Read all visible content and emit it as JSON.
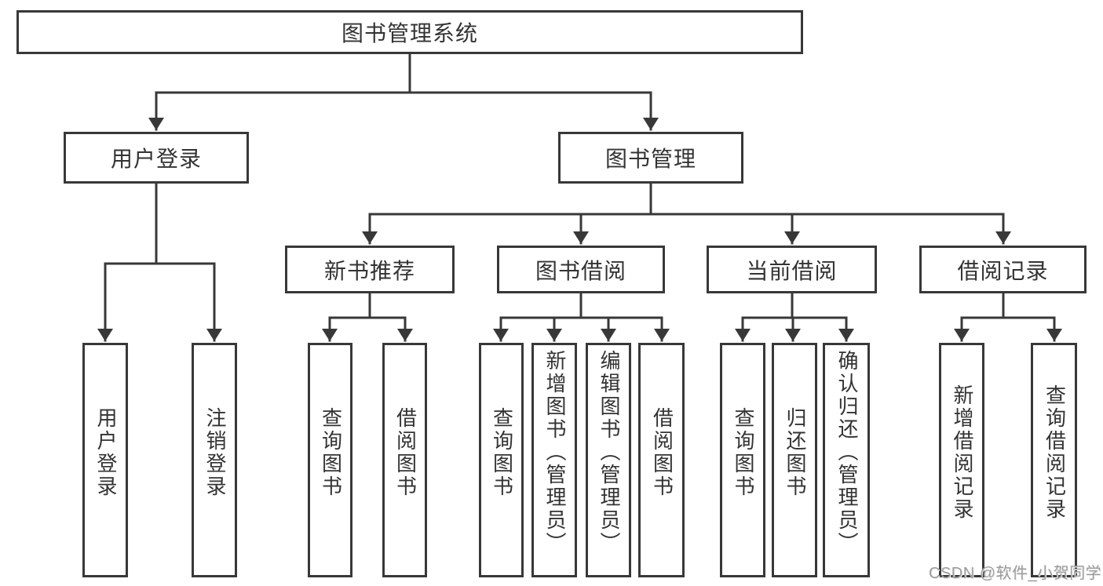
{
  "diagram": {
    "root": {
      "label": "图书管理系统"
    },
    "branches": [
      {
        "label": "用户登录",
        "children": [
          {
            "label": "用户登录"
          },
          {
            "label": "注销登录"
          }
        ]
      },
      {
        "label": "图书管理",
        "children": [
          {
            "label": "新书推荐",
            "children": [
              {
                "label": "查询图书"
              },
              {
                "label": "借阅图书"
              }
            ]
          },
          {
            "label": "图书借阅",
            "children": [
              {
                "label": "查询图书"
              },
              {
                "label": "新增图书（管理员）"
              },
              {
                "label": "编辑图书（管理员）"
              },
              {
                "label": "借阅图书"
              }
            ]
          },
          {
            "label": "当前借阅",
            "children": [
              {
                "label": "查询图书"
              },
              {
                "label": "归还图书"
              },
              {
                "label": "确认归还（管理员）"
              }
            ]
          },
          {
            "label": "借阅记录",
            "children": [
              {
                "label": "新增借阅记录"
              },
              {
                "label": "查询借阅记录"
              }
            ]
          }
        ]
      }
    ]
  },
  "watermark": {
    "text": "CSDN @软件_小贺同学"
  },
  "colors": {
    "line": "#383838",
    "text": "#333333",
    "box_background": "#ffffff",
    "watermark": "#9c9c9c",
    "page_background": "#ffffff"
  }
}
